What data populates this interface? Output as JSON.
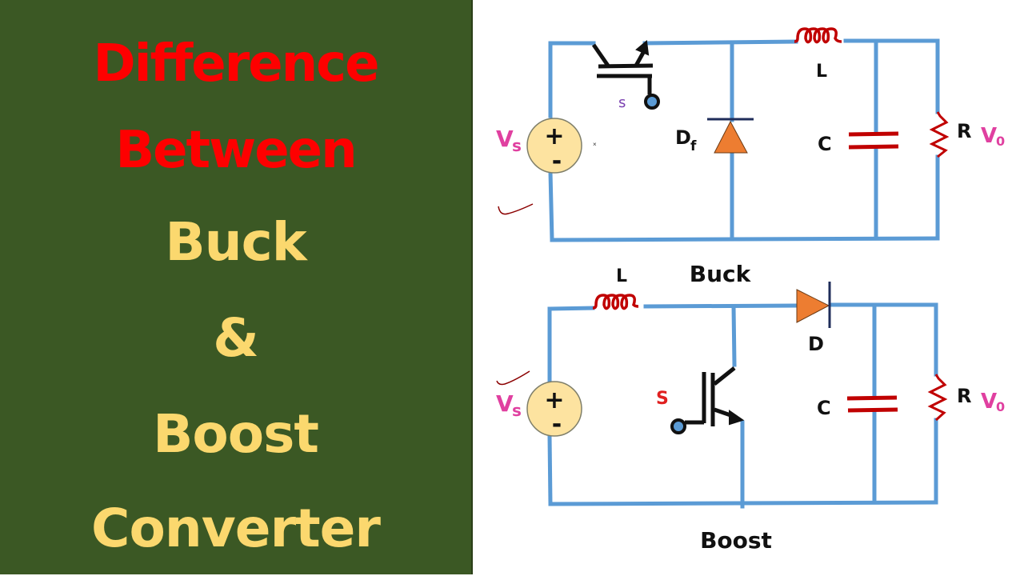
{
  "title": {
    "line1": "Difference",
    "line2": "Between",
    "line3": "Buck",
    "line4": "&",
    "line5": "Boost",
    "line6": "Converter"
  },
  "colors": {
    "panel_bg": "#3b5824",
    "title_red": "#fe0000",
    "title_gold": "#fbd86e",
    "wire": "#5b9bd5",
    "inductor": "#c00000",
    "source_fill": "#fde3a0",
    "diode_fill": "#ed7d31",
    "voltage_label": "#e040a0"
  },
  "buck": {
    "caption": "Buck",
    "source_label": "V",
    "source_sub": "s",
    "plus": "+",
    "minus": "-",
    "switch_label": "s",
    "diode_label": "D",
    "diode_sub": "f",
    "inductor_label": "L",
    "capacitor_label": "C",
    "resistor_label": "R",
    "output_label": "V",
    "output_sub": "0"
  },
  "boost": {
    "caption": "Boost",
    "source_label": "V",
    "source_sub": "s",
    "plus": "+",
    "minus": "-",
    "switch_label": "S",
    "diode_label": "D",
    "inductor_label": "L",
    "capacitor_label": "C",
    "resistor_label": "R",
    "output_label": "V",
    "output_sub": "0"
  }
}
